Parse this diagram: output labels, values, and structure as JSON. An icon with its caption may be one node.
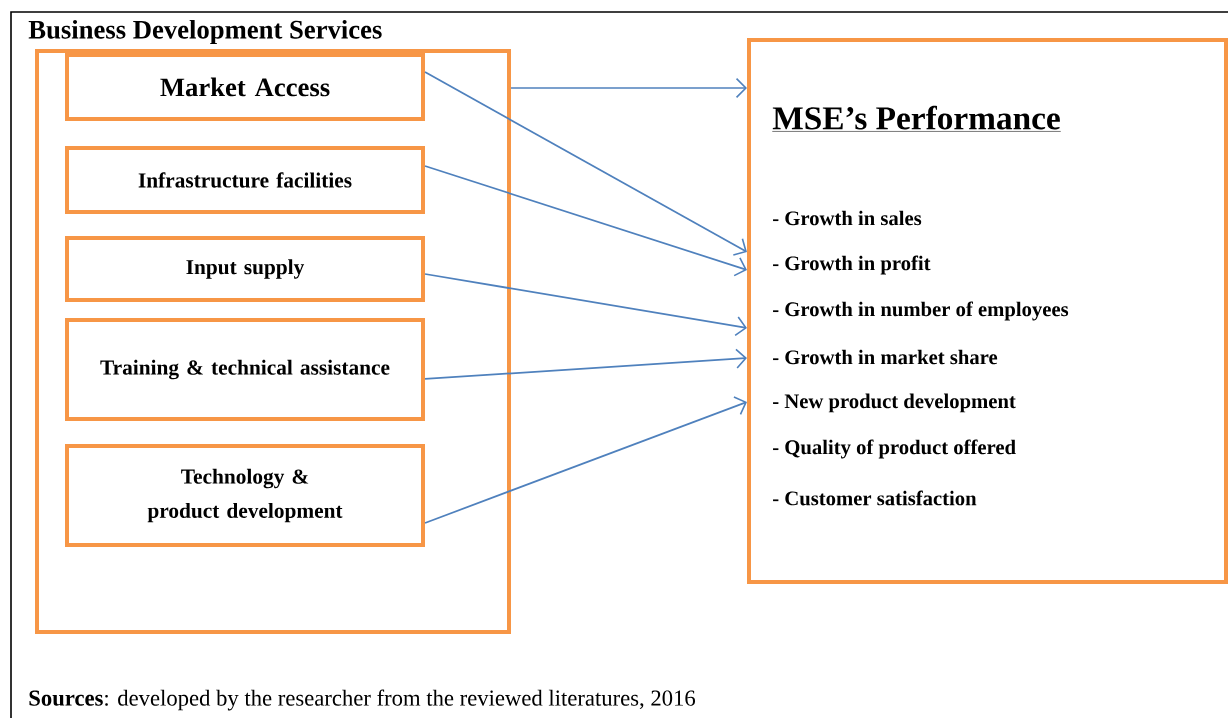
{
  "diagram": {
    "caption": "**Sources**: developed by the researcher from the reviewed literatures, 2016",
    "nodes": [
      {
        "text": [
          "Business Development Services"
        ]
      },
      {
        "text": [
          "Market Access"
        ],
        "in": 0
      },
      {
        "text": [
          "Infrastructure facilities"
        ],
        "in": 0
      },
      {
        "text": [
          "Input supply"
        ],
        "in": 0
      },
      {
        "text": [
          "Training & technical assistance"
        ],
        "in": 0
      },
      {
        "text": [
          "Technology & product development"
        ],
        "in": 0
      },
      {
        "text": [
          "MSE’s Performance",
          "- Growth in sales",
          "- Growth in profit",
          "- Growth in number of employees",
          "- Growth in market share",
          "- New product development",
          "- Quality of product offered",
          "- Customer satisfaction"
        ]
      }
    ],
    "edges": [
      {
        "from": 0,
        "to": 6,
        "arrow": "to"
      },
      {
        "from": 1,
        "to": 6,
        "arrow": "to"
      },
      {
        "from": 2,
        "to": 6,
        "arrow": "to"
      },
      {
        "from": 3,
        "to": 6,
        "arrow": "to"
      },
      {
        "from": 4,
        "to": 6,
        "arrow": "to"
      },
      {
        "from": 5,
        "to": 6,
        "arrow": "to"
      }
    ]
  }
}
